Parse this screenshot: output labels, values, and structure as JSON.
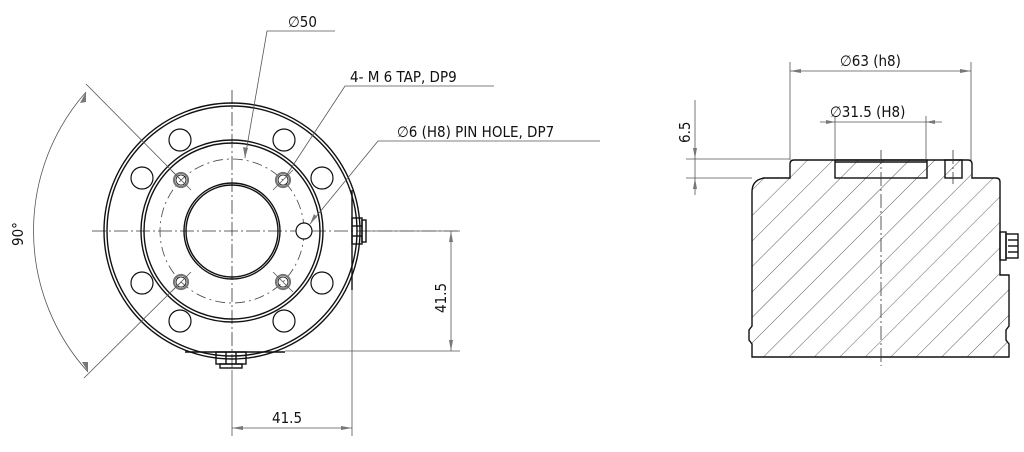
{
  "drawing": {
    "front_view": {
      "labels": {
        "bolt_circle_dia": "∅50",
        "tap_spec": "4- M 6 TAP,  DP9",
        "pin_hole_spec": "∅6 (H8)  PIN HOLE, DP7",
        "angle": "90°",
        "vertical_offset": "41.5",
        "horizontal_offset": "41.5"
      }
    },
    "side_view": {
      "labels": {
        "outer_boss_dia": "∅63 (h8)",
        "counterbore_dia": "∅31.5 (H8)",
        "boss_height": "6.5"
      }
    }
  }
}
